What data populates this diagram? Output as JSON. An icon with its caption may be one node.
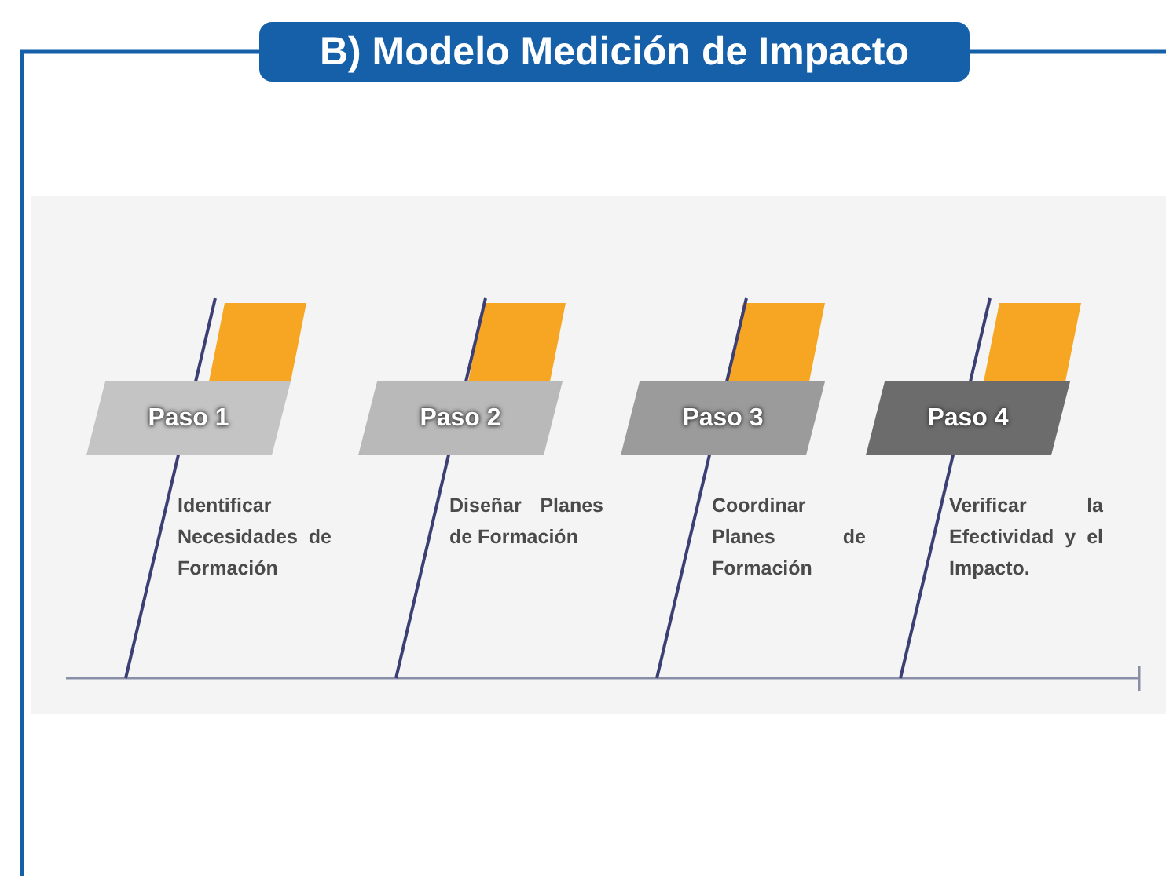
{
  "diagram": {
    "title": "B) Modelo Medición de Impacto",
    "nodes": [
      {
        "text": [
          "Paso 1"
        ],
        "beside": [
          "Identificar Necesidades de Formación"
        ]
      },
      {
        "text": [
          "Paso 2"
        ],
        "beside": [
          "Diseñar Planes de Formación"
        ]
      },
      {
        "text": [
          "Paso 3"
        ],
        "beside": [
          "Coordinar Planes de Formación"
        ]
      },
      {
        "text": [
          "Paso 4"
        ],
        "beside": [
          "Verificar la Efectividad y el Impacto."
        ]
      }
    ],
    "edges": []
  }
}
